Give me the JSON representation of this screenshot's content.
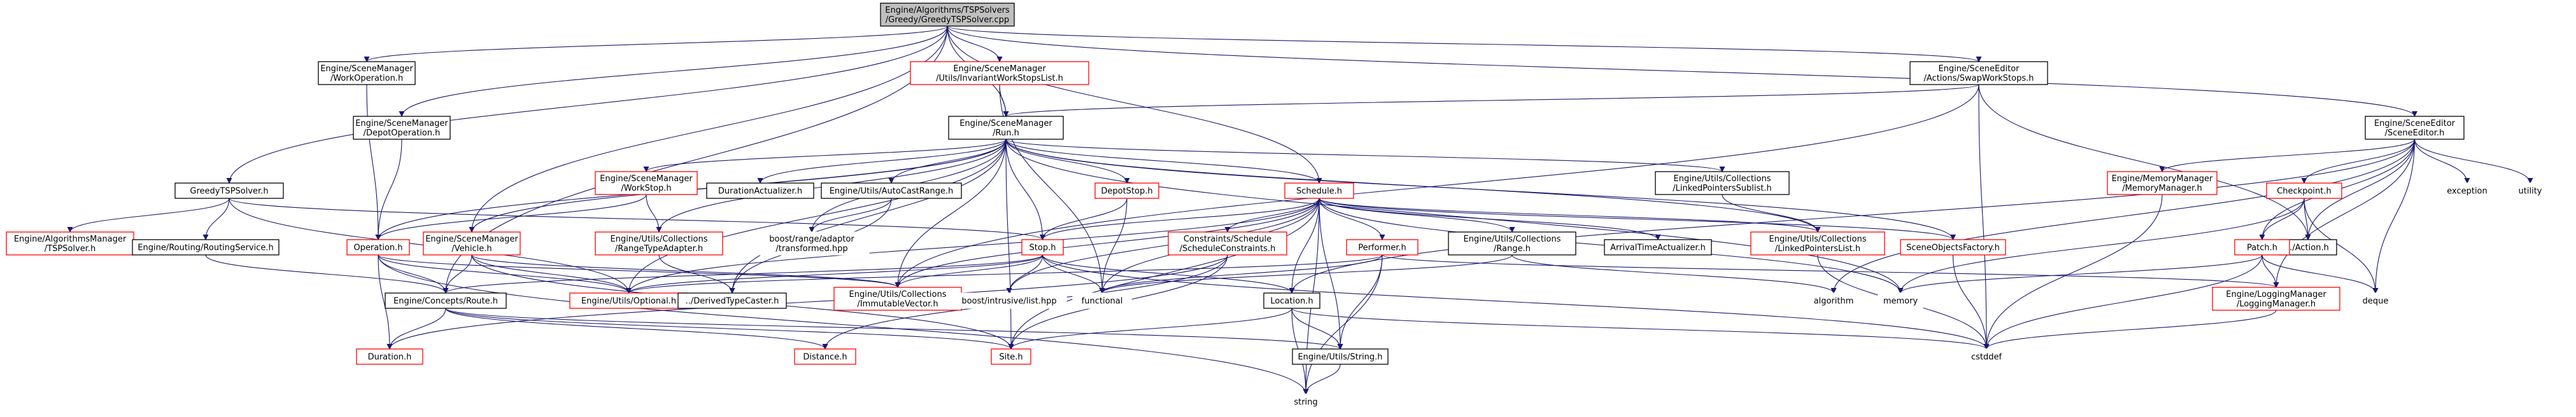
{
  "colors": {
    "root_fill": "#bfbfbf",
    "default_border": "#000000",
    "missing_border": "#ff0000",
    "plain_border": "#ffffff",
    "edge": "#191970",
    "background": "#ffffff"
  },
  "nodes": [
    {
      "id": "root",
      "lines": [
        "Engine/Algorithms/TSPSolvers",
        "/Greedy/GreedyTSPSolver.cpp"
      ],
      "style": "root"
    },
    {
      "id": "workop",
      "lines": [
        "Engine/SceneManager",
        "/WorkOperation.h"
      ],
      "style": "black"
    },
    {
      "id": "invariant",
      "lines": [
        "Engine/SceneManager",
        "/Utils/InvariantWorkStopsList.h"
      ],
      "style": "red"
    },
    {
      "id": "swapws",
      "lines": [
        "Engine/SceneEditor",
        "/Actions/SwapWorkStops.h"
      ],
      "style": "black"
    },
    {
      "id": "depotop",
      "lines": [
        "Engine/SceneManager",
        "/DepotOperation.h"
      ],
      "style": "black"
    },
    {
      "id": "run",
      "lines": [
        "Engine/SceneManager",
        "/Run.h"
      ],
      "style": "black"
    },
    {
      "id": "sceneeditor",
      "lines": [
        "Engine/SceneEditor",
        "/SceneEditor.h"
      ],
      "style": "black"
    },
    {
      "id": "greedytsp",
      "lines": [
        "GreedyTSPSolver.h"
      ],
      "style": "black"
    },
    {
      "id": "workstop",
      "lines": [
        "Engine/SceneManager",
        "/WorkStop.h"
      ],
      "style": "red"
    },
    {
      "id": "duractual",
      "lines": [
        "DurationActualizer.h"
      ],
      "style": "black"
    },
    {
      "id": "autocast",
      "lines": [
        "Engine/Utils/AutoCastRange.h"
      ],
      "style": "black"
    },
    {
      "id": "depotstop",
      "lines": [
        "DepotStop.h"
      ],
      "style": "red"
    },
    {
      "id": "schedule",
      "lines": [
        "Schedule.h"
      ],
      "style": "red"
    },
    {
      "id": "linkedsublist",
      "lines": [
        "Engine/Utils/Collections",
        "/LinkedPointersSublist.h"
      ],
      "style": "black"
    },
    {
      "id": "memmgr",
      "lines": [
        "Engine/MemoryManager",
        "/MemoryManager.h"
      ],
      "style": "red"
    },
    {
      "id": "checkpoint",
      "lines": [
        "Checkpoint.h"
      ],
      "style": "red"
    },
    {
      "id": "exception",
      "lines": [
        "exception"
      ],
      "style": "none"
    },
    {
      "id": "utility",
      "lines": [
        "utility"
      ],
      "style": "none"
    },
    {
      "id": "tspsolver",
      "lines": [
        "Engine/AlgorithmsManager",
        "/TSPSolver.h"
      ],
      "style": "red"
    },
    {
      "id": "routingsvc",
      "lines": [
        "Engine/Routing/RoutingService.h"
      ],
      "style": "black"
    },
    {
      "id": "operation",
      "lines": [
        "Operation.h"
      ],
      "style": "red"
    },
    {
      "id": "vehicle",
      "lines": [
        "Engine/SceneManager",
        "/Vehicle.h"
      ],
      "style": "red"
    },
    {
      "id": "rangetype",
      "lines": [
        "Engine/Utils/Collections",
        "/RangeTypeAdapter.h"
      ],
      "style": "red"
    },
    {
      "id": "boostrange",
      "lines": [
        "boost/range/adaptor",
        "/transformed.hpp"
      ],
      "style": "none"
    },
    {
      "id": "stop",
      "lines": [
        "Stop.h"
      ],
      "style": "red"
    },
    {
      "id": "constraints",
      "lines": [
        "Constraints/Schedule",
        "/ScheduleConstraints.h"
      ],
      "style": "red"
    },
    {
      "id": "performer",
      "lines": [
        "Performer.h"
      ],
      "style": "red"
    },
    {
      "id": "collrange",
      "lines": [
        "Engine/Utils/Collections",
        "/Range.h"
      ],
      "style": "black"
    },
    {
      "id": "arrival",
      "lines": [
        "ArrivalTimeActualizer.h"
      ],
      "style": "black"
    },
    {
      "id": "linkedlist",
      "lines": [
        "Engine/Utils/Collections",
        "/LinkedPointersList.h"
      ],
      "style": "red"
    },
    {
      "id": "sof",
      "lines": [
        "SceneObjectsFactory.h"
      ],
      "style": "red"
    },
    {
      "id": "action",
      "lines": [
        "../Action.h"
      ],
      "style": "black"
    },
    {
      "id": "patch",
      "lines": [
        "Patch.h"
      ],
      "style": "red"
    },
    {
      "id": "concepts",
      "lines": [
        "Engine/Concepts/Route.h"
      ],
      "style": "black"
    },
    {
      "id": "optional",
      "lines": [
        "Engine/Utils/Optional.h"
      ],
      "style": "red"
    },
    {
      "id": "derivedcaster",
      "lines": [
        "../DerivedTypeCaster.h"
      ],
      "style": "black"
    },
    {
      "id": "immutable",
      "lines": [
        "Engine/Utils/Collections",
        "/ImmutableVector.h"
      ],
      "style": "red"
    },
    {
      "id": "intrusive",
      "lines": [
        "boost/intrusive/list.hpp"
      ],
      "style": "none"
    },
    {
      "id": "functional",
      "lines": [
        "functional"
      ],
      "style": "none"
    },
    {
      "id": "location",
      "lines": [
        "Location.h"
      ],
      "style": "black"
    },
    {
      "id": "algorithm",
      "lines": [
        "algorithm"
      ],
      "style": "none"
    },
    {
      "id": "memory",
      "lines": [
        "memory"
      ],
      "style": "none"
    },
    {
      "id": "logging",
      "lines": [
        "Engine/LoggingManager",
        "/LoggingManager.h"
      ],
      "style": "red"
    },
    {
      "id": "deque",
      "lines": [
        "deque"
      ],
      "style": "none"
    },
    {
      "id": "duration",
      "lines": [
        "Duration.h"
      ],
      "style": "red"
    },
    {
      "id": "distance",
      "lines": [
        "Distance.h"
      ],
      "style": "red"
    },
    {
      "id": "site",
      "lines": [
        "Site.h"
      ],
      "style": "red"
    },
    {
      "id": "string_h",
      "lines": [
        "Engine/Utils/String.h"
      ],
      "style": "black"
    },
    {
      "id": "cstddef",
      "lines": [
        "cstddef"
      ],
      "style": "none"
    },
    {
      "id": "string",
      "lines": [
        "string"
      ],
      "style": "none"
    }
  ]
}
